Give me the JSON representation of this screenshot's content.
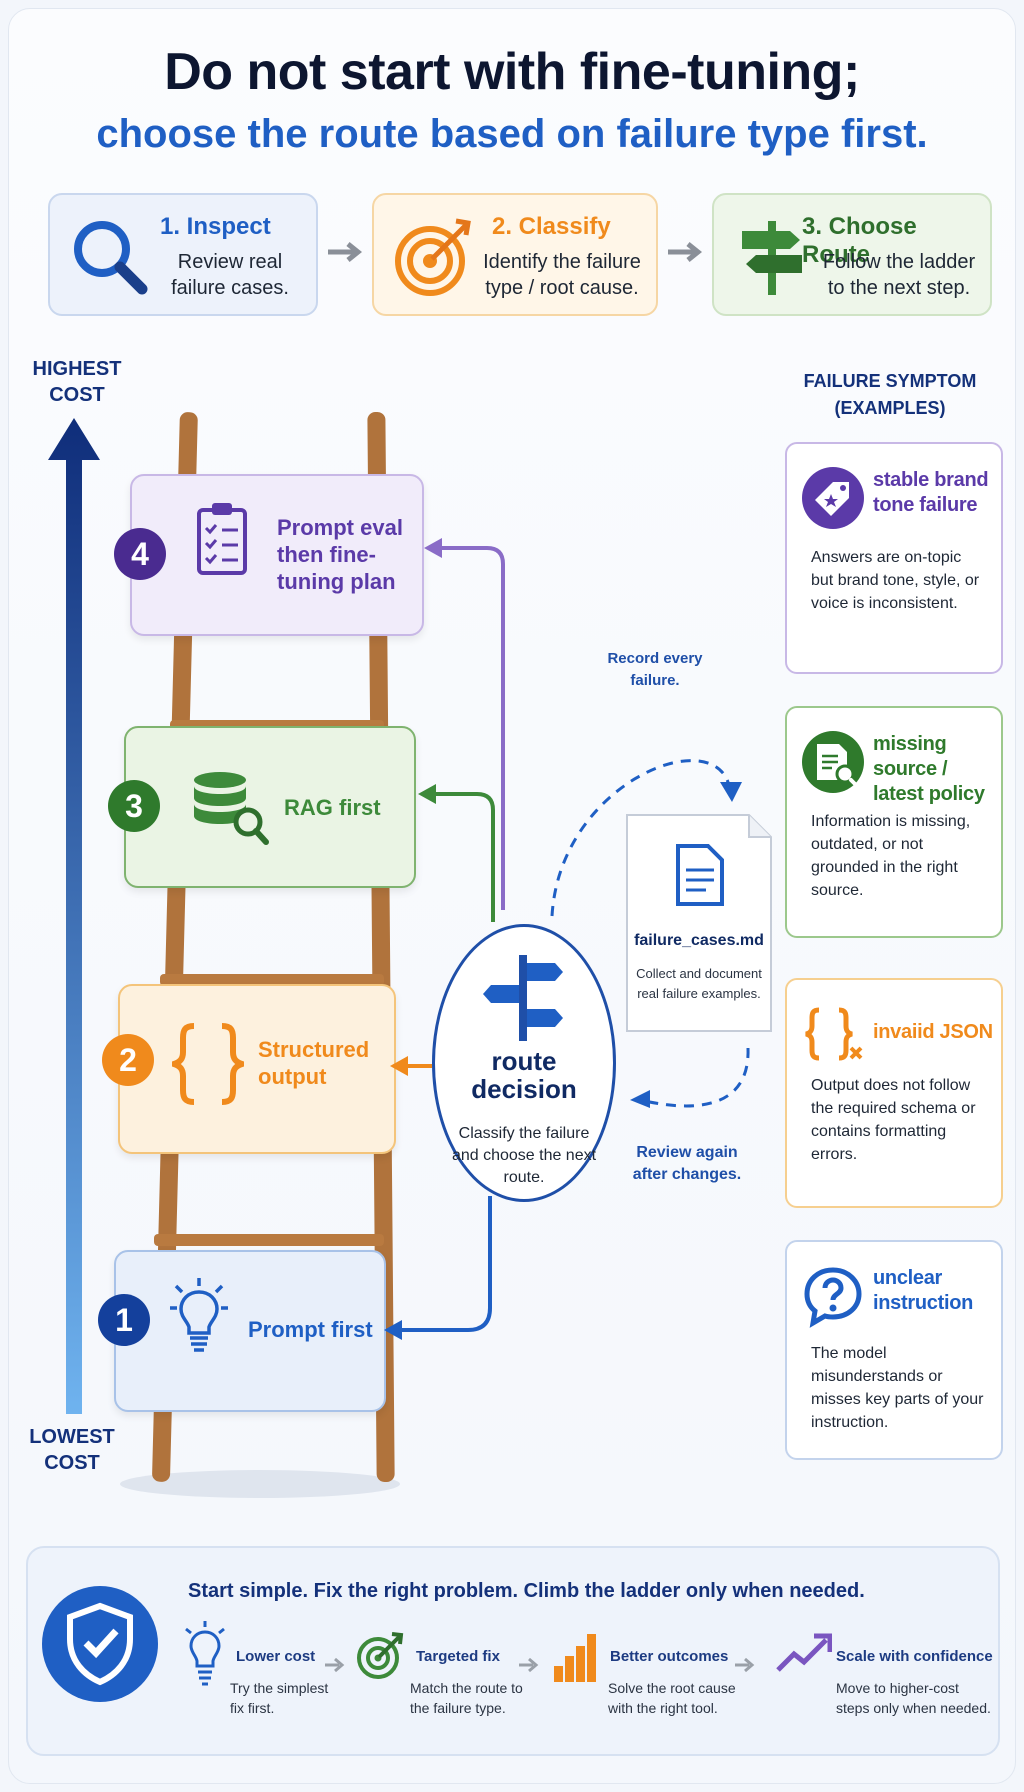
{
  "title": {
    "line1": "Do not start with fine-tuning;",
    "line2": "choose the route based on failure type first."
  },
  "steps": [
    {
      "title": "1. Inspect",
      "desc": "Review real failure cases.",
      "icon": "magnifier-icon",
      "color": "#1f5fc4"
    },
    {
      "title": "2. Classify",
      "desc": "Identify the failure type / root cause.",
      "icon": "target-icon",
      "color": "#f08a1c"
    },
    {
      "title": "3. Choose Route",
      "desc": "Follow the ladder to the next step.",
      "icon": "signpost-icon",
      "color": "#3d8a3a"
    }
  ],
  "cost_axis": {
    "top": "HIGHEST COST",
    "bottom": "LOWEST COST"
  },
  "ladder": [
    {
      "number": "4",
      "label": "Prompt eval then fine-tuning plan",
      "icon": "clipboard-checklist-icon",
      "color": "#5b3aa8"
    },
    {
      "number": "3",
      "label": "RAG first",
      "icon": "database-search-icon",
      "color": "#3d8a3a"
    },
    {
      "number": "2",
      "label": "Structured output",
      "icon": "curly-braces-icon",
      "color": "#f08a1c"
    },
    {
      "number": "1",
      "label": "Prompt first",
      "icon": "lightbulb-icon",
      "color": "#1f5fc4"
    }
  ],
  "route": {
    "title": "route decision",
    "desc": "Classify the failure and choose the next route."
  },
  "loop": {
    "record": "Record every failure.",
    "review": "Review again after changes.",
    "file_name": "failure_cases.md",
    "file_desc": "Collect and document real failure examples."
  },
  "symptoms": {
    "heading": "FAILURE SYMPTOM (EXAMPLES)",
    "cards": [
      {
        "title": "stable brand tone failure",
        "desc": "Answers are on-topic but brand tone, style, or voice is inconsistent.",
        "icon": "tag-star-icon",
        "color": "#5b3aa8"
      },
      {
        "title": "missing source / latest policy",
        "desc": "Information is missing, outdated, or not grounded in the right source.",
        "icon": "document-search-icon",
        "color": "#3d8a3a"
      },
      {
        "title": "invaiid JSON",
        "desc": "Output does not follow the required schema or contains formatting errors.",
        "icon": "braces-x-icon",
        "color": "#f08a1c"
      },
      {
        "title": "unclear instruction",
        "desc": "The model misunderstands or misses key parts of your instruction.",
        "icon": "question-bubble-icon",
        "color": "#1f5fc4"
      }
    ]
  },
  "banner": {
    "headline": "Start simple. Fix the right problem. Climb the ladder only when needed.",
    "items": [
      {
        "title": "Lower cost",
        "desc": "Try the simplest fix first.",
        "icon": "lightbulb-icon"
      },
      {
        "title": "Targeted fix",
        "desc": "Match the route to the failure type.",
        "icon": "target-icon"
      },
      {
        "title": "Better outcomes",
        "desc": "Solve the root cause with the right tool.",
        "icon": "bar-chart-icon"
      },
      {
        "title": "Scale with confidence",
        "desc": "Move to higher-cost steps only when needed.",
        "icon": "trend-up-icon"
      }
    ]
  }
}
